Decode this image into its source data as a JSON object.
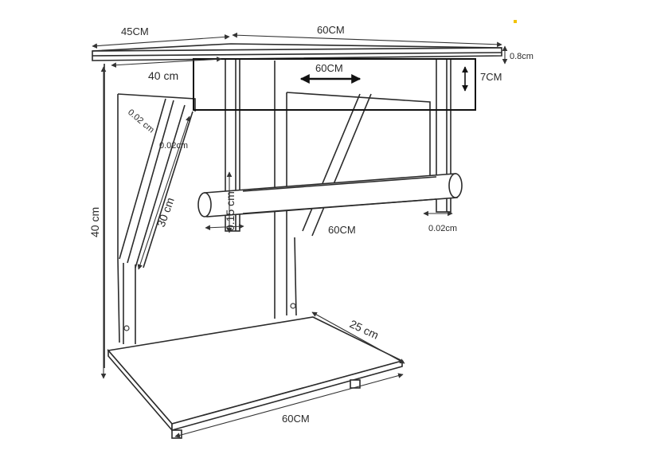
{
  "dimensions": {
    "top_depth": "45CM",
    "top_width": "60CM",
    "top_thickness": "0.8cm",
    "inner_depth": "40 cm",
    "highlight_width": "60CM",
    "highlight_height": "7CM",
    "brace_gap_a": "0.02 cm",
    "brace_gap_b": "0.02cm",
    "brace_length": "30 cm",
    "total_height": "40 cm",
    "leg_height": "0.15 cm",
    "rail_width": "60CM",
    "leg_gap": "0.02cm",
    "shelf_depth": "25 cm",
    "shelf_width": "60CM"
  },
  "colors": {
    "line": "#2b2b2b",
    "highlight_box": "#111111",
    "accent_mark": "#f2c200"
  }
}
